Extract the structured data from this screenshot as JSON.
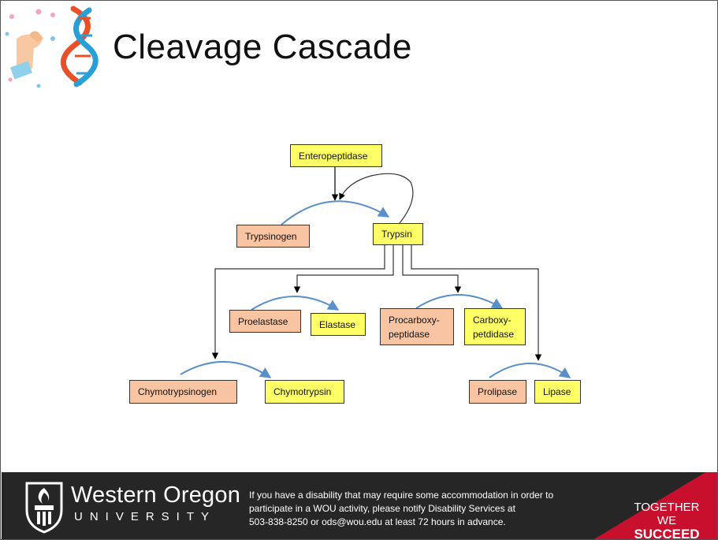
{
  "slide": {
    "title": "Cleavage Cascade"
  },
  "diagram": {
    "nodes": {
      "enteropeptidase": "Enteropeptidase",
      "trypsinogen": "Trypsinogen",
      "trypsin": "Trypsin",
      "proelastase": "Proelastase",
      "elastase": "Elastase",
      "procarboxypeptidase_line1": "Procarboxy-",
      "procarboxypeptidase_line2": "peptidase",
      "carboxypeptidase_line1": "Carboxy-",
      "carboxypeptidase_line2": "petdidase",
      "chymotrypsinogen": "Chymotrypsinogen",
      "chymotrypsin": "Chymotrypsin",
      "prolipase": "Prolipase",
      "lipase": "Lipase"
    },
    "colors": {
      "active_enzyme": "#ffff66",
      "inactive_precursor": "#f9c4a2",
      "conversion_arrow": "#5b8fc9",
      "activation_arrow": "#000000"
    }
  },
  "footer": {
    "university_name": "Western Oregon",
    "university_sub": "UNIVERSITY",
    "notice_line1": "If you have a disability that may require some accommodation in order to",
    "notice_line2": "participate in a WOU activity, please notify Disability Services at",
    "notice_line3": "503-838-8250 or ods@wou.edu at least 72 hours in advance.",
    "slogan_line1": "TOGETHER WE",
    "slogan_line2": "SUCCEED",
    "accent_color": "#c8102e"
  }
}
